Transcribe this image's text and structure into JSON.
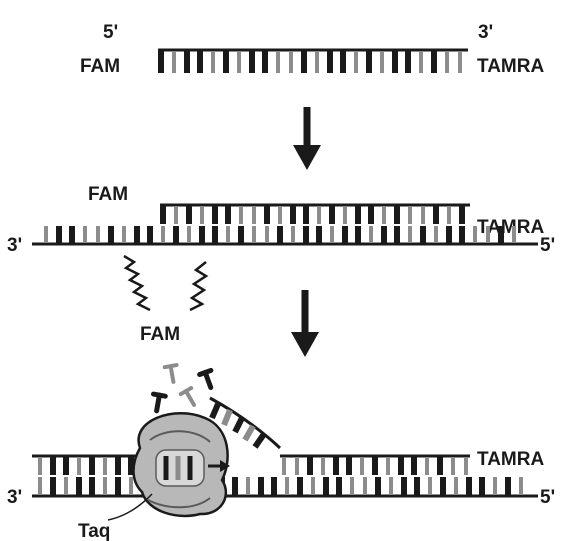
{
  "stage1": {
    "five_prime": "5'",
    "three_prime": "3'",
    "left_dye": "FAM",
    "right_dye": "TAMRA"
  },
  "stage2": {
    "left_dye": "FAM",
    "right_dye": "TAMRA",
    "left_end": "3'",
    "right_end": "5'"
  },
  "stage3": {
    "released_dye": "FAM",
    "right_dye": "TAMRA",
    "left_end": "3'",
    "right_end": "5'",
    "enzyme": "Taq"
  },
  "colors": {
    "ink": "#1a1a1a",
    "base_gray": "#8c8c8c",
    "enzyme_fill": "#b8b8b8"
  },
  "icons": [
    "down-arrow-icon",
    "down-arrow-icon",
    "polymerase-icon",
    "direction-arrow-icon"
  ]
}
